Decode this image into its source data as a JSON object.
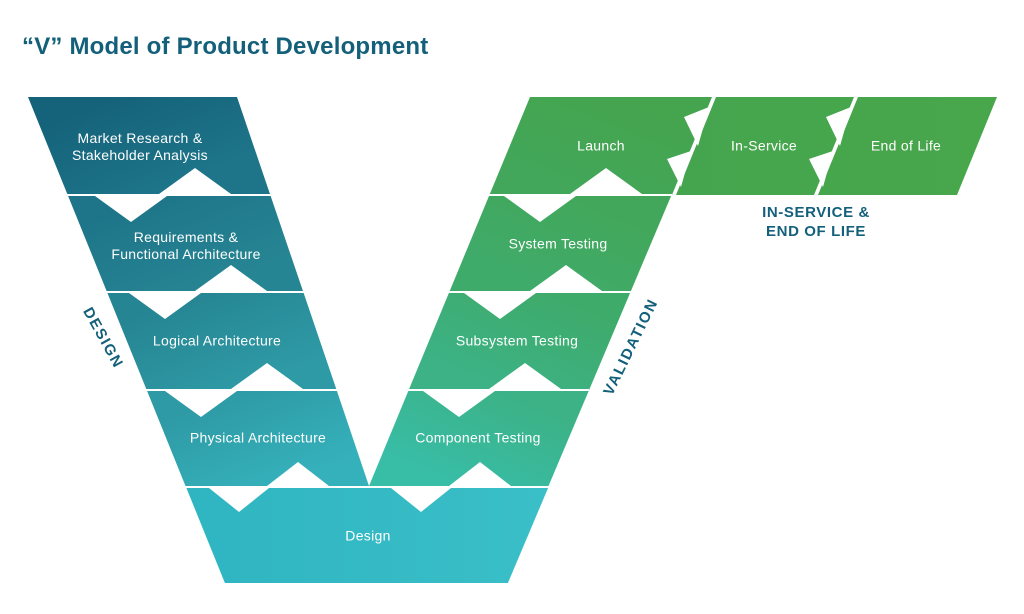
{
  "title": "“V” Model of Product Development",
  "left_branch": {
    "axis_label": "DESIGN",
    "segments": [
      {
        "label": "Market Research & Stakeholder Analysis"
      },
      {
        "label": "Requirements & Functional Architecture"
      },
      {
        "label": "Logical Architecture"
      },
      {
        "label": "Physical Architecture"
      }
    ]
  },
  "bottom_segment": {
    "label": "Design"
  },
  "right_branch": {
    "axis_label": "VALIDATION",
    "segments": [
      {
        "label": "Component Testing"
      },
      {
        "label": "Subsystem Testing"
      },
      {
        "label": "System Testing"
      },
      {
        "label": "Launch"
      }
    ]
  },
  "top_right_bar": {
    "segments": [
      {
        "label": "In-Service"
      },
      {
        "label": "End of Life"
      }
    ],
    "caption_line1": "IN-SERVICE &",
    "caption_line2": "END OF LIFE"
  },
  "colors": {
    "background": "#FFFFFF",
    "title_text": "#14607B",
    "segment_text": "#FFFFFF",
    "divider": "#FFFFFF",
    "teal_dark_top": "#15637B",
    "teal_mid": "#268593",
    "cyan_bottom": "#35B1BB",
    "design_band": "#2FB5C1",
    "teal_green": "#38BDA7",
    "green_mid": "#3FAB6B",
    "green_top": "#45A44E"
  }
}
